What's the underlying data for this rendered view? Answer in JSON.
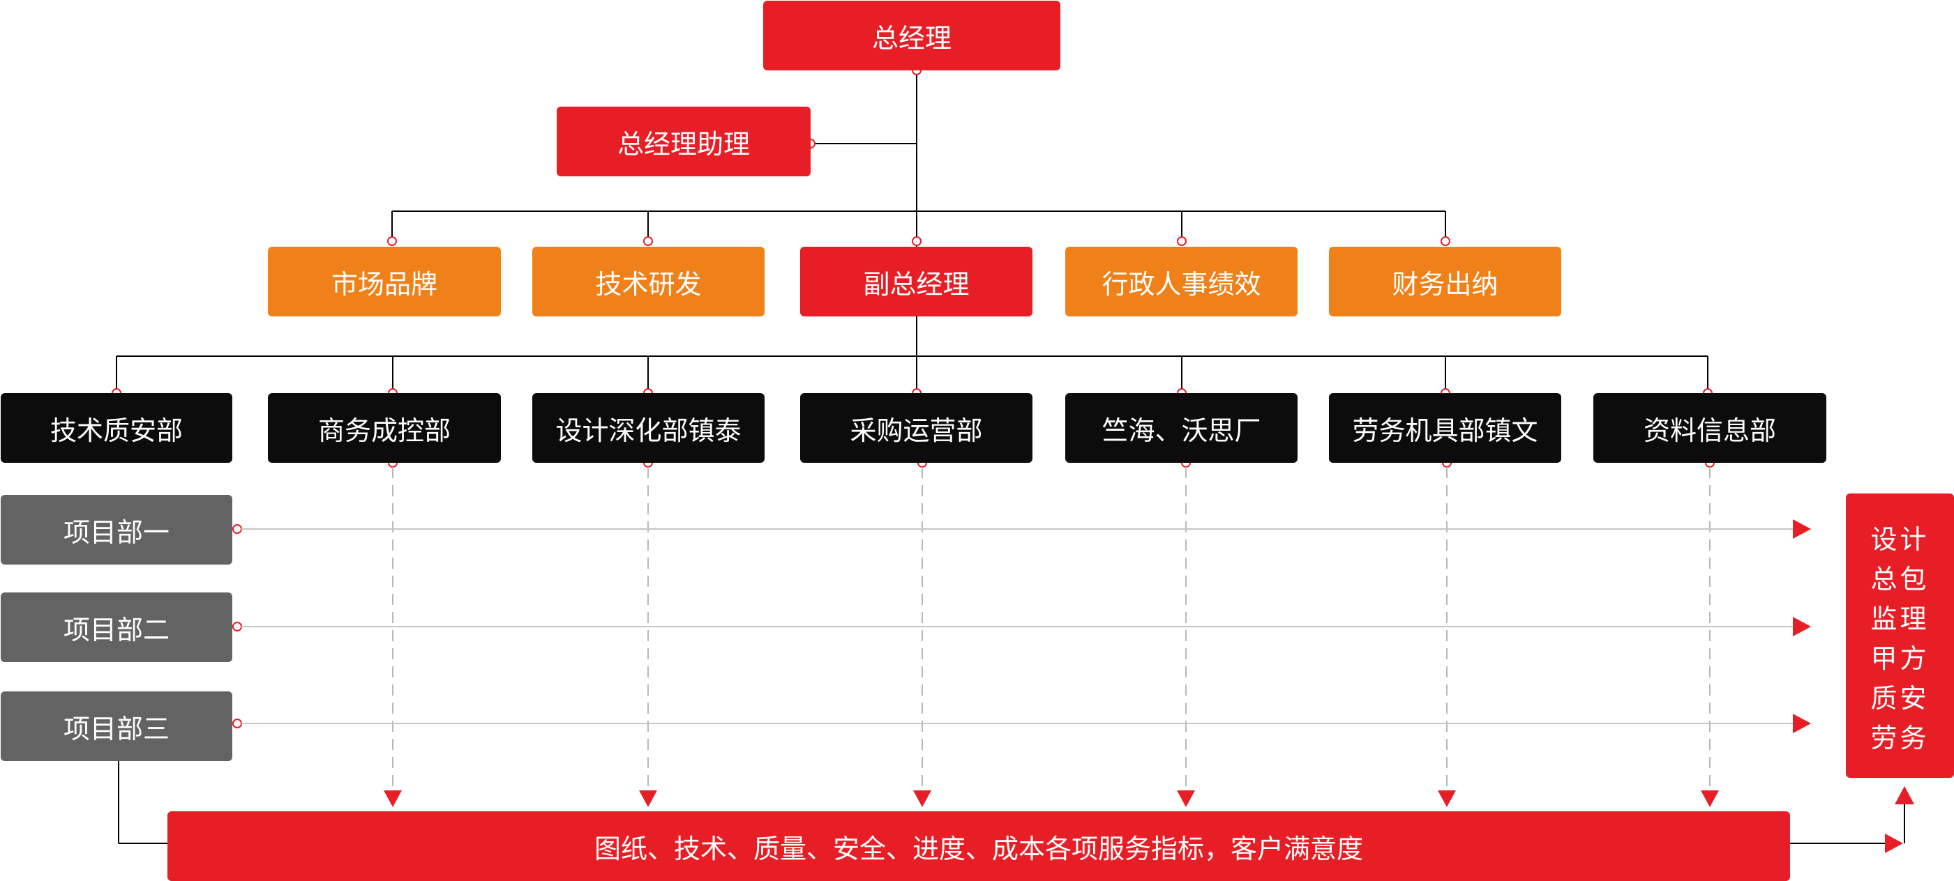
{
  "top": {
    "gm": "总经理",
    "assistant": "总经理助理"
  },
  "level2": [
    {
      "label": "市场品牌",
      "color": "#f08018"
    },
    {
      "label": "技术研发",
      "color": "#f08018"
    },
    {
      "label": "副总经理",
      "color": "#e71e25"
    },
    {
      "label": "行政人事绩效",
      "color": "#f08018"
    },
    {
      "label": "财务出纳",
      "color": "#f08018"
    }
  ],
  "departments": [
    "技术质安部",
    "商务成控部",
    "设计深化部镇泰",
    "采购运营部",
    "竺海、沃思厂",
    "劳务机具部镇文",
    "资料信息部"
  ],
  "projects": [
    "项目部一",
    "项目部二",
    "项目部三"
  ],
  "bottom_bar": "图纸、技术、质量、安全、进度、成本各项服务指标，客户满意度",
  "right_box": [
    "设计",
    "总包",
    "监理",
    "甲方",
    "质安",
    "劳务"
  ],
  "colors": {
    "red": "#e71e25",
    "orange": "#f08018",
    "black": "#0c0c0c",
    "gray": "#636363",
    "line": "#000000",
    "dashed": "#b8b8b8",
    "project_line": "#c4c4c4"
  }
}
